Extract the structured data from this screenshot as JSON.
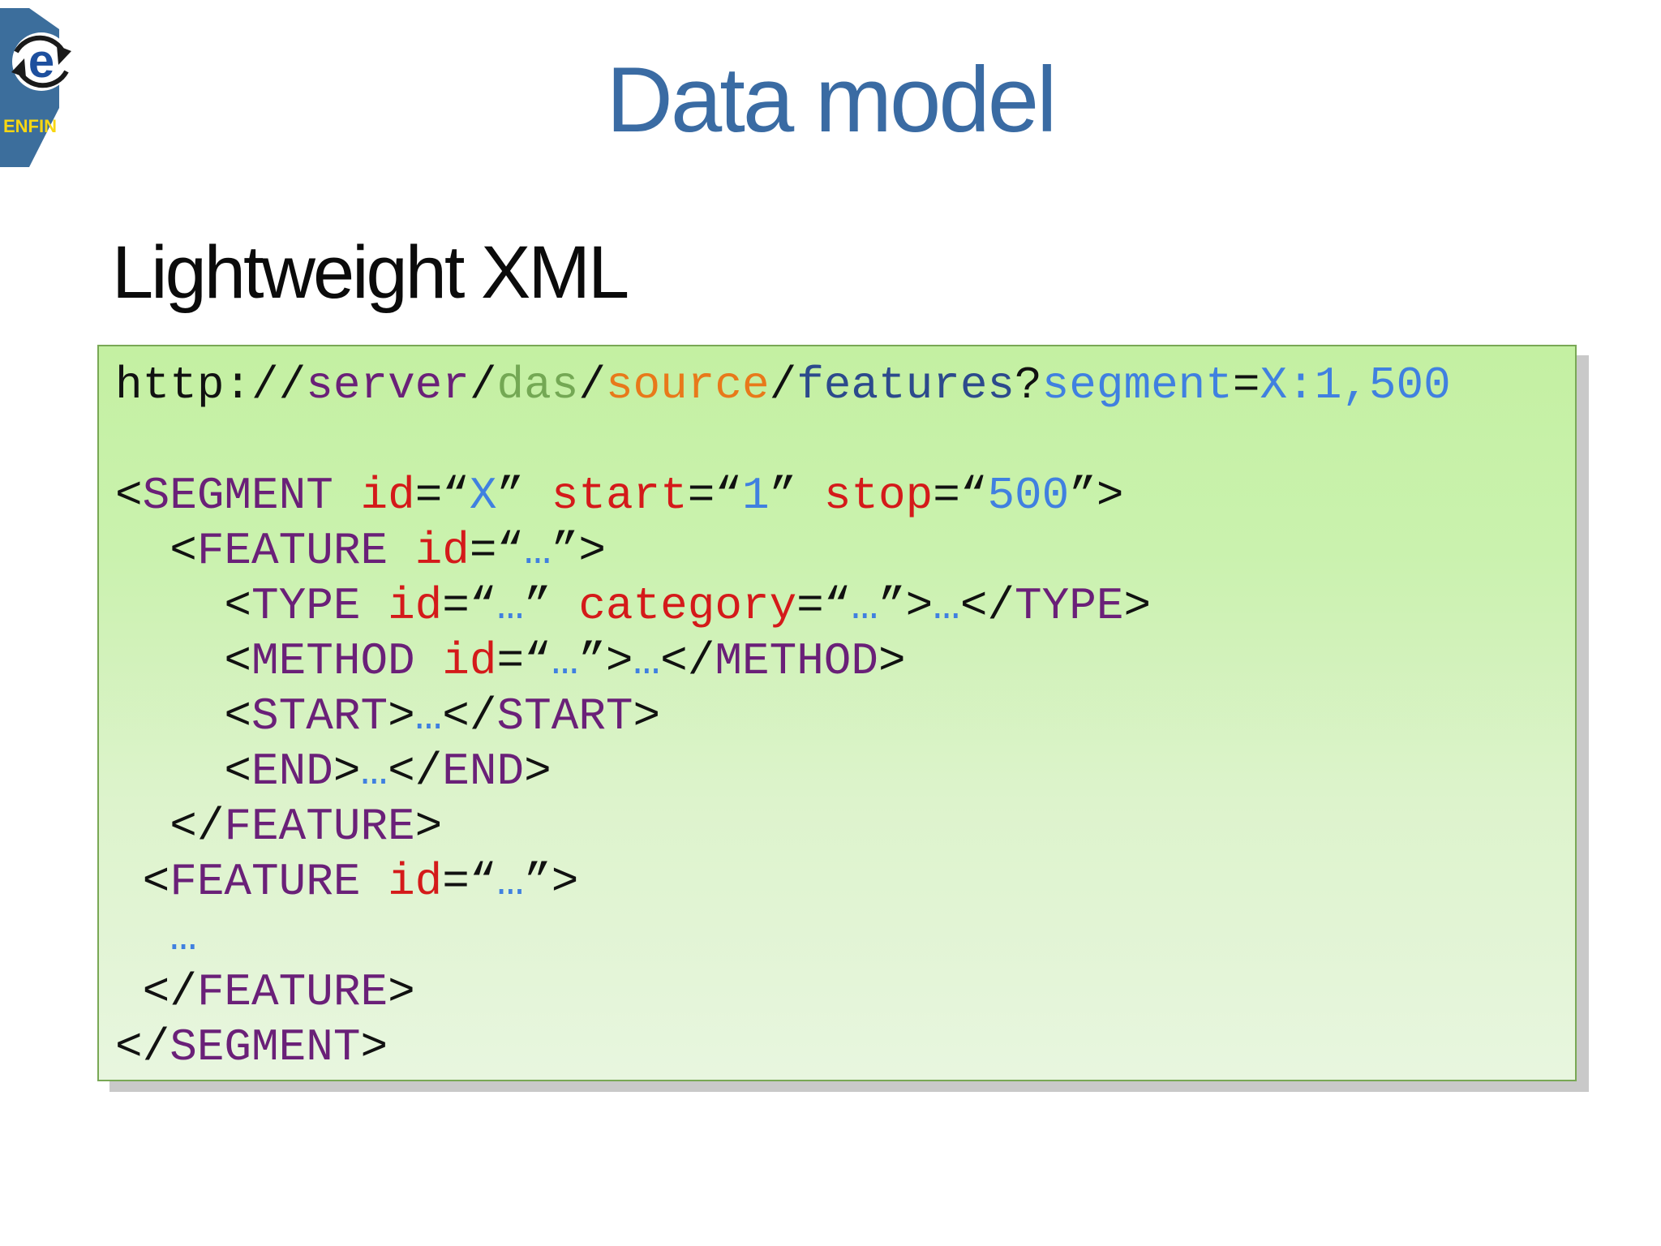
{
  "logo": {
    "name": "ENFIN",
    "colors": {
      "banner": "#3c6e9c",
      "label": "#f8d712",
      "emblem_letter": "#1d4f9e",
      "arrows": "#1a1a1a"
    }
  },
  "title": "Data model",
  "heading": "Lightweight XML",
  "code": {
    "palette": {
      "plain": "#111111",
      "element": "#6a2078",
      "attribute": "#d41a1a",
      "value": "#4080e0",
      "das": "#74a854",
      "source": "#e8791a",
      "features": "#2c4a8c"
    },
    "lines": [
      [
        [
          "http://",
          "plain"
        ],
        [
          "server",
          "element"
        ],
        [
          "/",
          "plain"
        ],
        [
          "das",
          "das"
        ],
        [
          "/",
          "plain"
        ],
        [
          "source",
          "source"
        ],
        [
          "/",
          "plain"
        ],
        [
          "features",
          "features"
        ],
        [
          "?",
          "plain"
        ],
        [
          "segment",
          "value"
        ],
        [
          "=",
          "plain"
        ],
        [
          "X:1,500",
          "value"
        ]
      ],
      [],
      [
        [
          "<",
          "plain"
        ],
        [
          "SEGMENT",
          "element"
        ],
        [
          " ",
          "plain"
        ],
        [
          "id",
          "attribute"
        ],
        [
          "=“",
          "plain"
        ],
        [
          "X",
          "value"
        ],
        [
          "” ",
          "plain"
        ],
        [
          "start",
          "attribute"
        ],
        [
          "=“",
          "plain"
        ],
        [
          "1",
          "value"
        ],
        [
          "” ",
          "plain"
        ],
        [
          "stop",
          "attribute"
        ],
        [
          "=“",
          "plain"
        ],
        [
          "500",
          "value"
        ],
        [
          "”>",
          "plain"
        ]
      ],
      [
        [
          "  <",
          "plain"
        ],
        [
          "FEATURE",
          "element"
        ],
        [
          " ",
          "plain"
        ],
        [
          "id",
          "attribute"
        ],
        [
          "=“",
          "plain"
        ],
        [
          "…",
          "value"
        ],
        [
          "”>",
          "plain"
        ]
      ],
      [
        [
          "    <",
          "plain"
        ],
        [
          "TYPE",
          "element"
        ],
        [
          " ",
          "plain"
        ],
        [
          "id",
          "attribute"
        ],
        [
          "=“",
          "plain"
        ],
        [
          "…",
          "value"
        ],
        [
          "” ",
          "plain"
        ],
        [
          "category",
          "attribute"
        ],
        [
          "=“",
          "plain"
        ],
        [
          "…",
          "value"
        ],
        [
          "”>",
          "plain"
        ],
        [
          "…",
          "value"
        ],
        [
          "</",
          "plain"
        ],
        [
          "TYPE",
          "element"
        ],
        [
          ">",
          "plain"
        ]
      ],
      [
        [
          "    <",
          "plain"
        ],
        [
          "METHOD",
          "element"
        ],
        [
          " ",
          "plain"
        ],
        [
          "id",
          "attribute"
        ],
        [
          "=“",
          "plain"
        ],
        [
          "…",
          "value"
        ],
        [
          "”>",
          "plain"
        ],
        [
          "…",
          "value"
        ],
        [
          "</",
          "plain"
        ],
        [
          "METHOD",
          "element"
        ],
        [
          ">",
          "plain"
        ]
      ],
      [
        [
          "    <",
          "plain"
        ],
        [
          "START",
          "element"
        ],
        [
          ">",
          "plain"
        ],
        [
          "…",
          "value"
        ],
        [
          "</",
          "plain"
        ],
        [
          "START",
          "element"
        ],
        [
          ">",
          "plain"
        ]
      ],
      [
        [
          "    <",
          "plain"
        ],
        [
          "END",
          "element"
        ],
        [
          ">",
          "plain"
        ],
        [
          "…",
          "value"
        ],
        [
          "</",
          "plain"
        ],
        [
          "END",
          "element"
        ],
        [
          ">",
          "plain"
        ]
      ],
      [
        [
          "  </",
          "plain"
        ],
        [
          "FEATURE",
          "element"
        ],
        [
          ">",
          "plain"
        ]
      ],
      [
        [
          " <",
          "plain"
        ],
        [
          "FEATURE",
          "element"
        ],
        [
          " ",
          "plain"
        ],
        [
          "id",
          "attribute"
        ],
        [
          "=“",
          "plain"
        ],
        [
          "…",
          "value"
        ],
        [
          "”>",
          "plain"
        ]
      ],
      [
        [
          "  ",
          "plain"
        ],
        [
          "…",
          "value"
        ]
      ],
      [
        [
          " </",
          "plain"
        ],
        [
          "FEATURE",
          "element"
        ],
        [
          ">",
          "plain"
        ]
      ],
      [
        [
          "</",
          "plain"
        ],
        [
          "SEGMENT",
          "element"
        ],
        [
          ">",
          "plain"
        ]
      ]
    ]
  }
}
